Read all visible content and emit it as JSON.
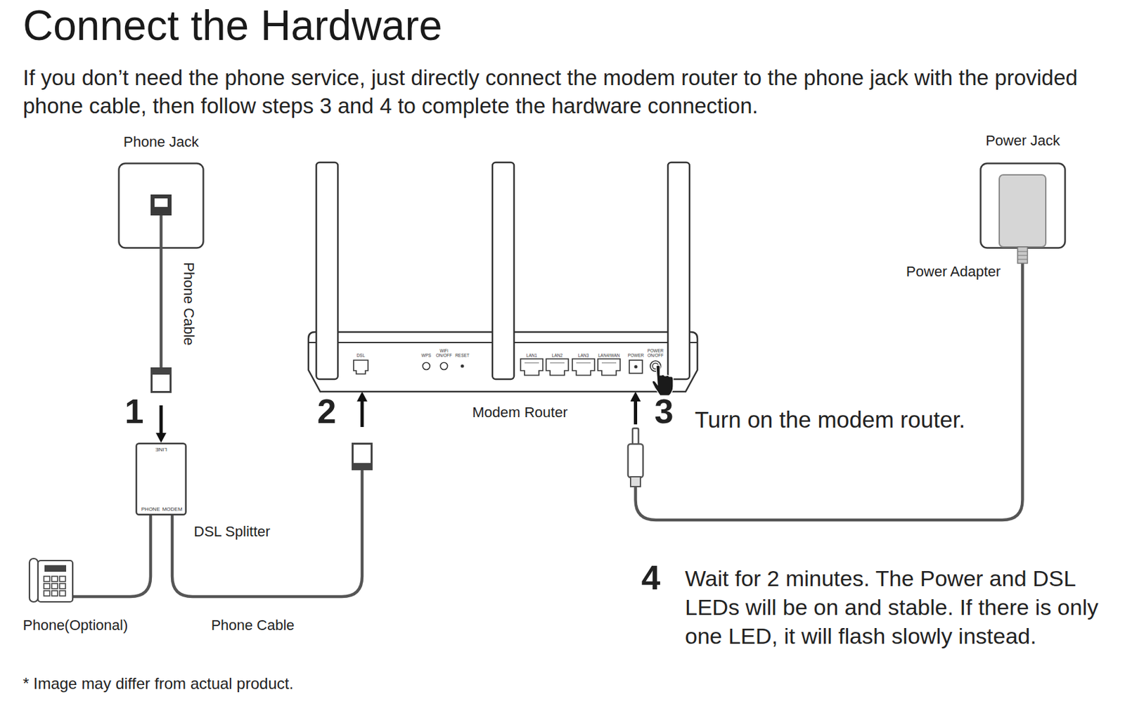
{
  "diagram": {
    "title": "Connect the Hardware",
    "caption": "If you don’t need the phone service, just directly connect the modem router to the phone jack with the provided phone cable, then follow steps 3 and 4 to complete the hardware connection.",
    "nodes": [
      {
        "text": [
          "Phone Jack"
        ]
      },
      {
        "text": [
          "Modem Router",
          "DSL",
          "WPS",
          "WiFi ON/OFF",
          "RESET",
          "LAN1",
          "LAN2",
          "LAN3",
          "LAN4/WAN",
          "POWER",
          "POWER ON/OFF"
        ]
      },
      {
        "text": [
          "Power Jack"
        ]
      },
      {
        "text": [
          "Power Adapter"
        ],
        "in": 2
      },
      {
        "text": [
          "DSL Splitter",
          "LINE",
          "PHONE",
          "MODEM"
        ]
      },
      {
        "text": [
          "Phone(Optional)"
        ]
      }
    ],
    "edges": [
      {
        "from": 0,
        "to": 4,
        "arrow": "to",
        "label": "Phone Cable"
      },
      {
        "from": 4,
        "to": 1,
        "arrow": "to",
        "label": "Phone Cable"
      },
      {
        "from": 4,
        "to": 5,
        "arrow": "none"
      },
      {
        "from": 3,
        "to": 1,
        "arrow": "to"
      }
    ],
    "labels": [
      "1",
      "2",
      "3",
      "Turn on the modem router.",
      "4",
      "Wait for 2 minutes. The Power and DSL LEDs will be on and stable. If there is only one LED, it will flash slowly instead.",
      "* Image may differ from actual product."
    ]
  }
}
